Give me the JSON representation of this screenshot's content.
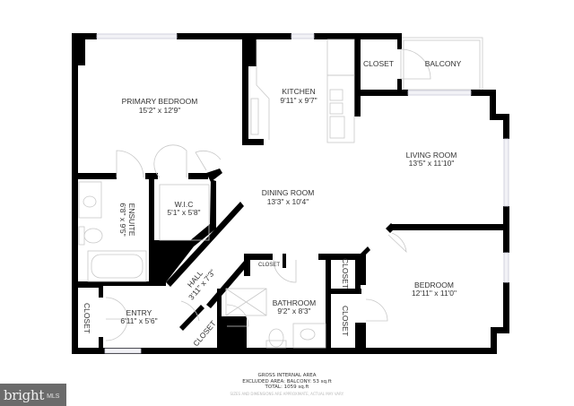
{
  "rooms": {
    "primary_bedroom": {
      "name": "PRIMARY BEDROOM",
      "dims": "15'2\" x 12'9\""
    },
    "kitchen": {
      "name": "KITCHEN",
      "dims": "9'11\" x 9'7\""
    },
    "closet_top": {
      "name": "CLOSET"
    },
    "balcony": {
      "name": "BALCONY"
    },
    "living_room": {
      "name": "LIVING ROOM",
      "dims": "13'5\" x 11'10\""
    },
    "dining_room": {
      "name": "DINING ROOM",
      "dims": "13'3\" x 10'4\""
    },
    "ensuite": {
      "name": "ENSUITE",
      "dims": "6'8\" x 9'5\""
    },
    "wic": {
      "name": "W.I.C",
      "dims": "5'1\" x 5'8\""
    },
    "hall": {
      "name": "HALL",
      "dims": "3'11\" x 7'3\""
    },
    "entry": {
      "name": "ENTRY",
      "dims": "6'11\" x 5'6\""
    },
    "closet_entry": {
      "name": "CLOSET"
    },
    "closet_hall": {
      "name": "CLOSET"
    },
    "closet_bath": {
      "name": "CLOSET"
    },
    "bathroom": {
      "name": "BATHROOM",
      "dims": "9'2\" x 8'3\""
    },
    "closet_mid1": {
      "name": "CLOSET"
    },
    "closet_mid2": {
      "name": "CLOSET"
    },
    "bedroom": {
      "name": "BEDROOM",
      "dims": "12'11\" x 11'0\""
    }
  },
  "footer": {
    "line1": "GROSS INTERNAL AREA",
    "line2": "EXCLUDED AREA: BALCONY: 53 sq.ft",
    "line3": "TOTAL: 1059 sq.ft",
    "disclaimer": "SIZES AND DIMENSIONS ARE APPROXIMATE, ACTUAL MAY VARY."
  },
  "logo": {
    "brand": "bright",
    "suffix": "MLS"
  }
}
